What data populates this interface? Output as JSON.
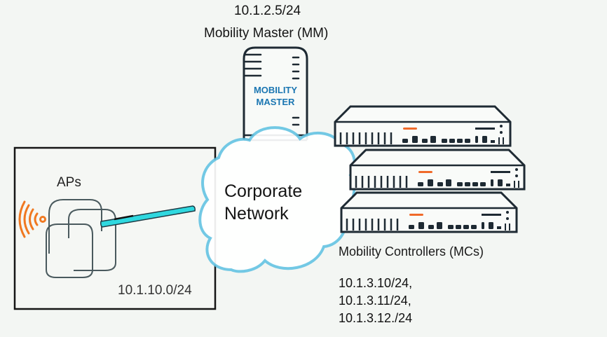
{
  "mobility_master": {
    "ip": "10.1.2.5/24",
    "name": "Mobility Master (MM)",
    "device_text_line1": "MOBILITY",
    "device_text_line2": "MASTER"
  },
  "network": {
    "line1": "Corporate",
    "line2": "Network"
  },
  "ap_group": {
    "label": "APs",
    "subnet": "10.1.10.0/24"
  },
  "mobility_controllers": {
    "title": "Mobility Controllers (MCs)",
    "ips": [
      "10.1.3.10/24,",
      "10.1.3.11/24,",
      "10.1.3.12./24"
    ]
  },
  "colors": {
    "background": "#f3f6f3",
    "outline": "#1e2a33",
    "cloud": "#5bbfe0",
    "mm_text": "#1b76b2",
    "cable": "#2fd8df",
    "wifi": "#f07820",
    "controller_led": "#f06a2a"
  }
}
